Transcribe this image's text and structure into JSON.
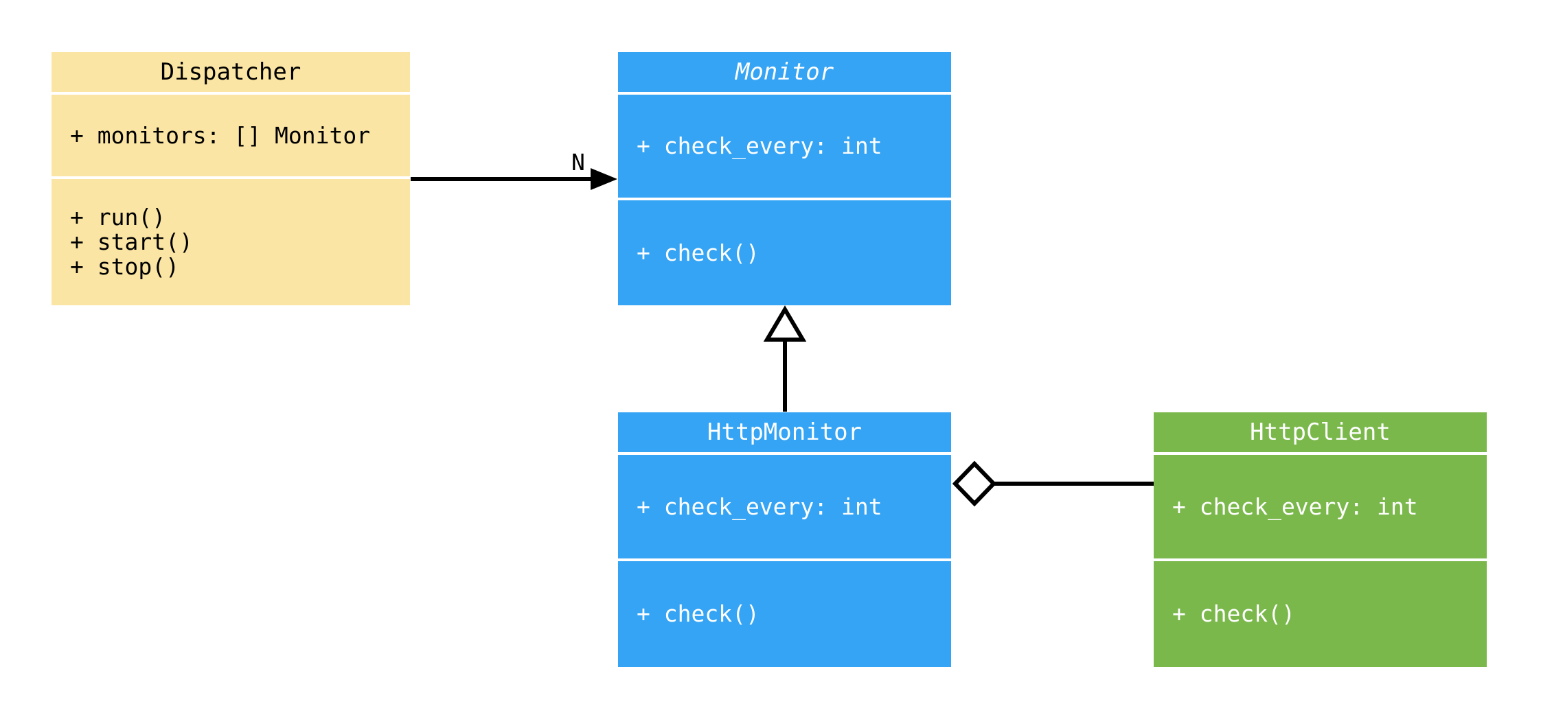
{
  "diagram": {
    "kind": "uml-class-diagram",
    "background_color": "#ffffff",
    "line_color": "#000000",
    "classes": [
      {
        "id": "dispatcher",
        "name": "Dispatcher",
        "abstract": false,
        "fill_color": "#FAE5A4",
        "text_color": "#000000",
        "attributes": [
          "+ monitors: [] Monitor"
        ],
        "methods": [
          "+ run()",
          "+ start()",
          "+ stop()"
        ]
      },
      {
        "id": "monitor",
        "name": "Monitor",
        "abstract": true,
        "fill_color": "#35A4F4",
        "text_color": "#ffffff",
        "attributes": [
          "+ check_every: int"
        ],
        "methods": [
          "+ check()"
        ]
      },
      {
        "id": "httpmonitor",
        "name": "HttpMonitor",
        "abstract": false,
        "fill_color": "#35A4F4",
        "text_color": "#ffffff",
        "attributes": [
          "+ check_every: int"
        ],
        "methods": [
          "+ check()"
        ]
      },
      {
        "id": "httpclient",
        "name": "HttpClient",
        "abstract": false,
        "fill_color": "#7BB84C",
        "text_color": "#ffffff",
        "attributes": [
          "+ check_every: int"
        ],
        "methods": [
          "+ check()"
        ]
      }
    ],
    "edges": [
      {
        "type": "association",
        "from": "Dispatcher",
        "to": "Monitor",
        "label": "N"
      },
      {
        "type": "inheritance",
        "from": "HttpMonitor",
        "to": "Monitor",
        "label": ""
      },
      {
        "type": "aggregation",
        "from": "HttpMonitor",
        "to": "HttpClient",
        "label": ""
      }
    ]
  }
}
